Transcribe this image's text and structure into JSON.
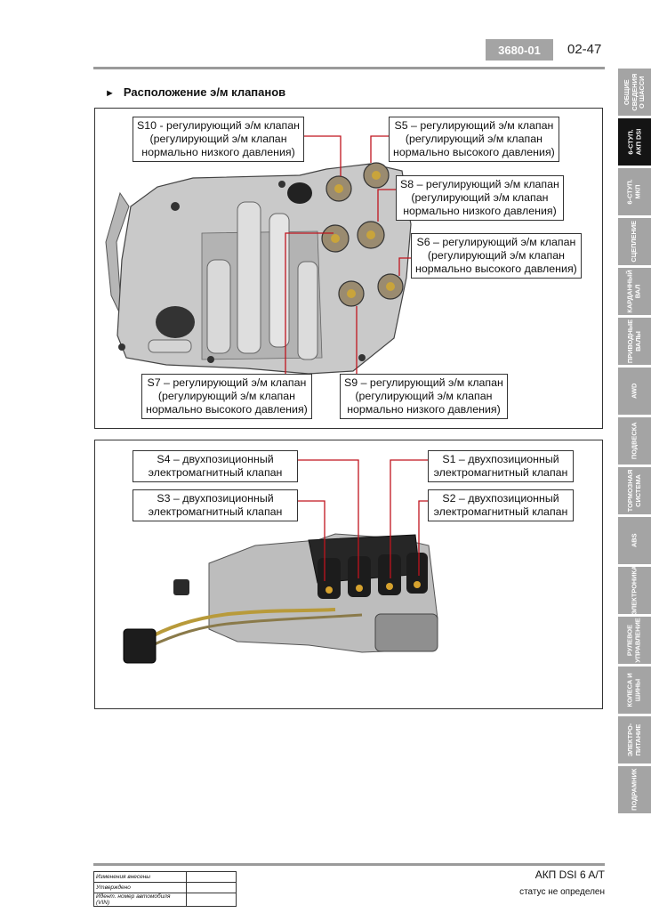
{
  "header": {
    "code": "3680-01",
    "page_number": "02-47"
  },
  "section_title": "Расположение э/м клапанов",
  "figure1": {
    "labels": [
      {
        "lines": [
          "S10 - регулирующий э/м клапан",
          "(регулирующий э/м клапан",
          "нормально низкого давления)"
        ]
      },
      {
        "lines": [
          "S5 – регулирующий э/м клапан",
          "(регулирующий э/м клапан",
          "нормально высокого давления)"
        ]
      },
      {
        "lines": [
          "S8 – регулирующий э/м клапан",
          "(регулирующий э/м клапан",
          "нормально низкого давления)"
        ]
      },
      {
        "lines": [
          "S6 – регулирующий э/м клапан",
          "(регулирующий э/м клапан",
          "нормально высокого давления)"
        ]
      },
      {
        "lines": [
          "S7 – регулирующий э/м клапан",
          "(регулирующий э/м клапан",
          "нормально высокого давления)"
        ]
      },
      {
        "lines": [
          "S9 – регулирующий э/м клапан",
          "(регулирующий э/м клапан",
          "нормально низкого давления)"
        ]
      }
    ]
  },
  "figure2": {
    "labels": [
      {
        "lines": [
          "S4 – двухпозиционный",
          "электромагнитный клапан"
        ]
      },
      {
        "lines": [
          "S1 – двухпозиционный",
          "электромагнитный клапан"
        ]
      },
      {
        "lines": [
          "S3 – двухпозиционный",
          "электромагнитный клапан"
        ]
      },
      {
        "lines": [
          "S2 – двухпозиционный",
          "электромагнитный клапан"
        ]
      }
    ]
  },
  "side_tabs": [
    {
      "lines": [
        "ОБЩИЕ",
        "СВЕДЕНИЯ",
        "О ШАССИ"
      ],
      "active": false
    },
    {
      "lines": [
        "6-СТУП.",
        "АКП DSI"
      ],
      "active": true
    },
    {
      "lines": [
        "6-СТУП.",
        "МКП"
      ],
      "active": false
    },
    {
      "lines": [
        "СЦЕПЛЕНИЕ"
      ],
      "active": false
    },
    {
      "lines": [
        "КАРДАННЫЙ",
        "ВАЛ"
      ],
      "active": false
    },
    {
      "lines": [
        "ПРИВОДНЫЕ",
        "ВАЛЫ"
      ],
      "active": false
    },
    {
      "lines": [
        "AWD"
      ],
      "active": false
    },
    {
      "lines": [
        "ПОДВЕСКА"
      ],
      "active": false
    },
    {
      "lines": [
        "ТОРМОЗНАЯ",
        "СИСТЕМА"
      ],
      "active": false
    },
    {
      "lines": [
        "ABS"
      ],
      "active": false
    },
    {
      "lines": [
        "ЭЛЕКТРОНИКА"
      ],
      "active": false
    },
    {
      "lines": [
        "РУЛЕВОЕ",
        "УПРАВЛЕНИЕ"
      ],
      "active": false
    },
    {
      "lines": [
        "КОЛЕСА И",
        "ШИНЫ"
      ],
      "active": false
    },
    {
      "lines": [
        "ЭЛЕКТРО-",
        "ПИТАНИЕ"
      ],
      "active": false
    },
    {
      "lines": [
        "ПОДРАМНИК"
      ],
      "active": false
    }
  ],
  "footer": {
    "revision_rows": [
      {
        "label": "Изменения внесены",
        "value": ""
      },
      {
        "label": "Утверждено",
        "value": ""
      },
      {
        "label": "Идент. номер автомобиля (VIN)",
        "value": ""
      }
    ],
    "doc_name": "АКП DSI 6 A/T",
    "status": "статус не определен"
  },
  "colors": {
    "badge": "#a4a4a4",
    "tab_active": "#141414",
    "leader_line": "#c0141e"
  }
}
